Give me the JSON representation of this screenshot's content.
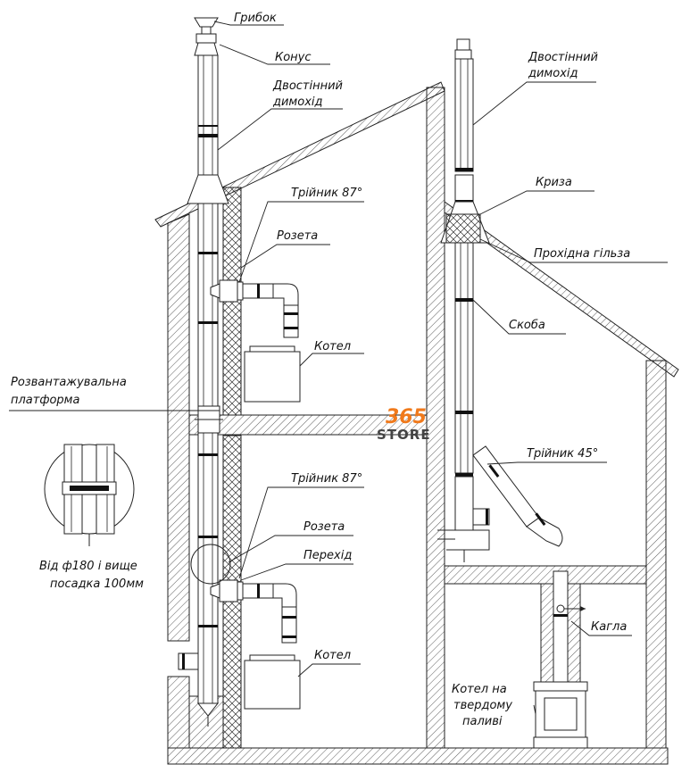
{
  "labels": {
    "hrybok": "Грибок",
    "konus": "Конус",
    "dymokhid_left_1": "Двостінний",
    "dymokhid_left_2": "димохід",
    "triynyk87_top": "Трійник 87°",
    "rozeta_top": "Розета",
    "kotel_top": "Котел",
    "platform_1": "Розвантажувальна",
    "platform_2": "платформа",
    "triynyk87_bottom": "Трійник 87°",
    "rozeta_bottom": "Розета",
    "perekhid": "Перехід",
    "kotel_bottom": "Котел",
    "posadka_1": "Від ф180 і вище",
    "posadka_2": "посадка 100мм",
    "dymokhid_right_1": "Двостінний",
    "dymokhid_right_2": "димохід",
    "kryza": "Криза",
    "prokhidna": "Прохідна гільза",
    "skoba": "Скоба",
    "triynyk45": "Трійник 45°",
    "kahla": "Кагла",
    "solid_1": "Котел на",
    "solid_2": "твердому",
    "solid_3": "паливі"
  },
  "logo": {
    "number": "365",
    "text": "STORE"
  },
  "colors": {
    "logo_orange": "#f07a1c",
    "logo_gray": "#444444",
    "line": "#222222"
  }
}
